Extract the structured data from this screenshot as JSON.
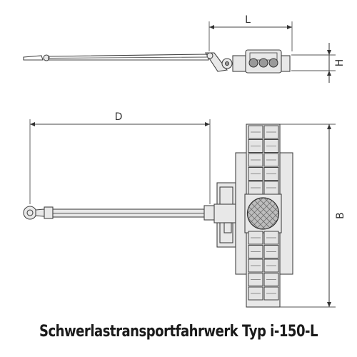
{
  "caption": "Schwerlastransportfahrwerk Typ i-150-L",
  "dimensions": {
    "length": "L",
    "height": "H",
    "drawbar_length": "D",
    "width": "B"
  },
  "colors": {
    "line": "#444444",
    "fill": "#e8e8e8",
    "dark": "#9a9a9a"
  }
}
